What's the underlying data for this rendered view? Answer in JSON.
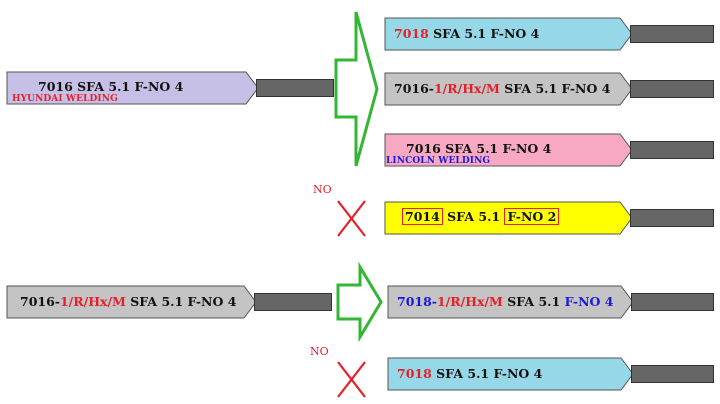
{
  "colors": {
    "lavender": "#c7c0e6",
    "light_blue": "#97d8e8",
    "gray": "#c4c4c4",
    "pink": "#f7a9c4",
    "yellow": "#ffff00",
    "rod": "#666666",
    "arrow_green": "#33b633",
    "cross_red": "#e5202a"
  },
  "top_group": {
    "source": {
      "code": "7016",
      "spec": "SFA 5.1 F-NO 4",
      "maker": "HYUNDAI WELDING"
    },
    "targets": [
      {
        "code": "7018",
        "spec": "SFA 5.1 F-NO 4"
      },
      {
        "code": "7016-",
        "suffix": "1/R/Hx/M",
        "spec": "SFA 5.1 F-NO 4"
      },
      {
        "code": "7016",
        "spec": "SFA 5.1 F-NO 4",
        "maker": "LINCOLN WELDING"
      }
    ],
    "rejected": {
      "no_label": "NO",
      "code": "7014",
      "spec_a": "SFA 5.1",
      "fno": "F-NO 2"
    }
  },
  "bottom_group": {
    "source": {
      "code": "7016-",
      "suffix": "1/R/Hx/M",
      "spec": "SFA 5.1 F-NO 4"
    },
    "target": {
      "code": "7018-",
      "suffix": "1/R/Hx/M",
      "spec_a": "SFA 5.1",
      "fno": "F-NO 4"
    },
    "rejected": {
      "no_label": "NO",
      "code": "7018",
      "spec": "SFA 5.1 F-NO 4"
    }
  }
}
